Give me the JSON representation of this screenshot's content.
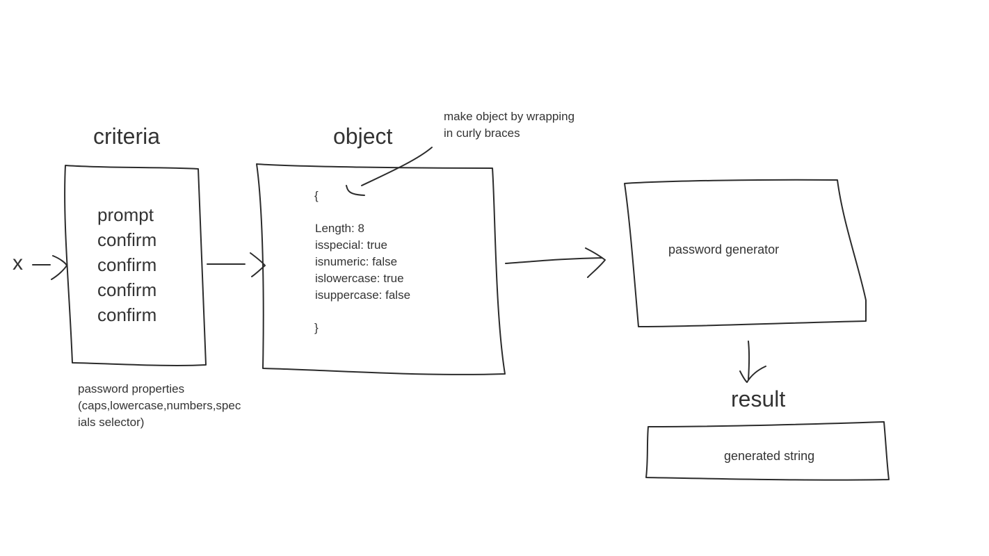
{
  "input_marker": "x",
  "criteria": {
    "title": "criteria",
    "items": [
      "prompt",
      "confirm",
      "confirm",
      "confirm",
      "confirm"
    ],
    "note_lines": [
      "password properties",
      "(caps,lowercase,numbers,spec",
      "ials selector)"
    ]
  },
  "object": {
    "title": "object",
    "open_brace": "{",
    "fields": [
      "Length: 8",
      "isspecial: true",
      "isnumeric: false",
      "islowercase: true",
      "isuppercase: false"
    ],
    "close_brace": "}",
    "annotation_lines": [
      "make object by wrapping",
      "in curly braces"
    ]
  },
  "generator": {
    "label": "password generator"
  },
  "result": {
    "title": "result",
    "label": "generated string"
  }
}
